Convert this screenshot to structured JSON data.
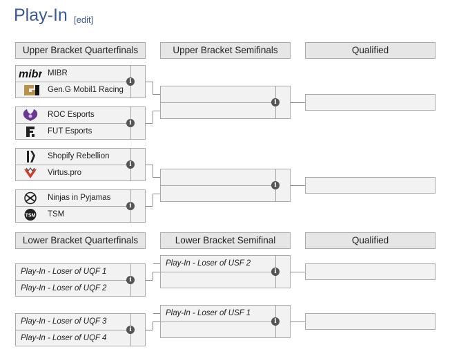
{
  "page": {
    "title": "Play-In",
    "edit_label": "[edit]"
  },
  "headers": {
    "ubqf": "Upper Bracket Quarterfinals",
    "ubsf": "Upper Bracket Semifinals",
    "qualified_upper": "Qualified",
    "lbqf": "Lower Bracket Quarterfinals",
    "lbsf": "Lower Bracket Semifinal",
    "qualified_lower": "Qualified"
  },
  "ubqf": [
    {
      "team1": "MIBR",
      "team1_logo": "mibr-logo",
      "team2": "Gen.G Mobil1 Racing",
      "team2_logo": "geng-logo"
    },
    {
      "team1": "ROC Esports",
      "team1_logo": "roc-logo",
      "team2": "FUT Esports",
      "team2_logo": "fut-logo"
    },
    {
      "team1": "Shopify Rebellion",
      "team1_logo": "shopify-logo",
      "team2": "Virtus.pro",
      "team2_logo": "virtuspro-logo"
    },
    {
      "team1": "Ninjas in Pyjamas",
      "team1_logo": "nip-logo",
      "team2": "TSM",
      "team2_logo": "tsm-logo"
    }
  ],
  "lbqf": [
    {
      "team1": "Play-In - Loser of UQF 1",
      "team2": "Play-In - Loser of UQF 2"
    },
    {
      "team1": "Play-In - Loser of UQF 3",
      "team2": "Play-In - Loser of UQF 4"
    }
  ],
  "lbsf": [
    {
      "team1": "Play-In - Loser of USF 2",
      "team2": ""
    },
    {
      "team1": "Play-In - Loser of USF 1",
      "team2": ""
    }
  ],
  "info_glyph": "i"
}
